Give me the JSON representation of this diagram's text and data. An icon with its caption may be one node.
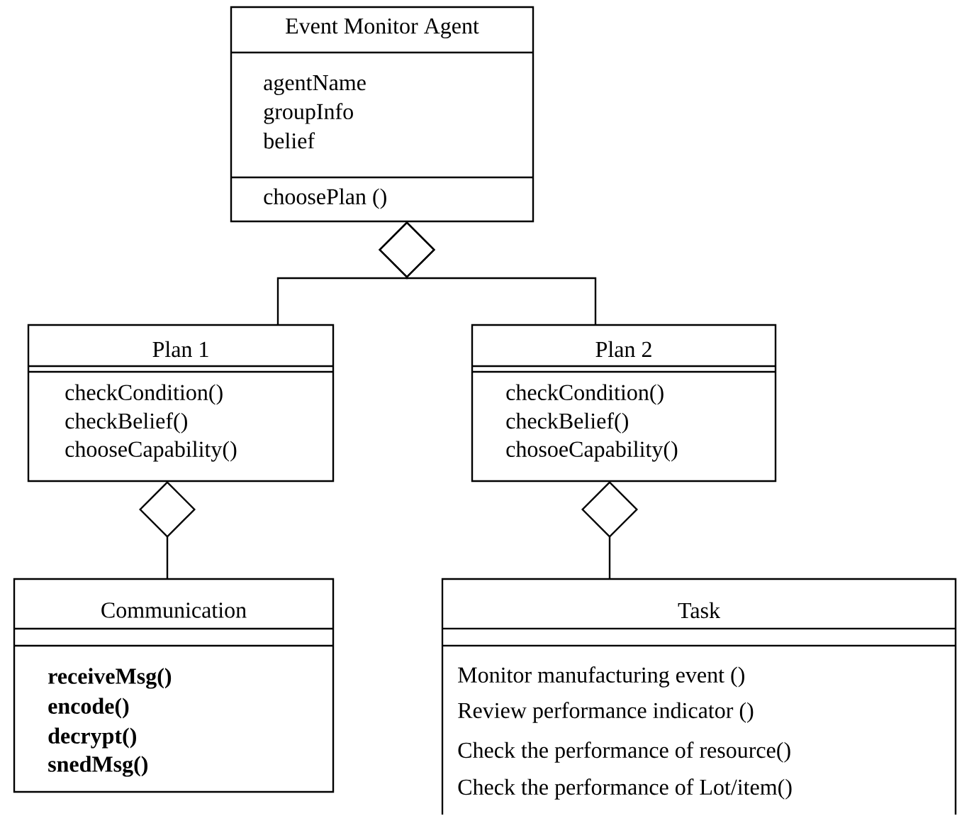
{
  "diagram": {
    "nodes": [
      {
        "text": [
          "Event Monitor Agent",
          "agentName",
          "groupInfo",
          "belief",
          "choosePlan ()"
        ]
      },
      {
        "text": [
          "Plan 1",
          "checkCondition()",
          "checkBelief()",
          "chooseCapability()"
        ]
      },
      {
        "text": [
          "Plan 2",
          "checkCondition()",
          "checkBelief()",
          "chosoeCapability()"
        ]
      },
      {
        "text": [
          "Communication",
          "receiveMsg()",
          "encode()",
          "decrypt()",
          "snedMsg()"
        ]
      },
      {
        "text": [
          "Task",
          "Monitor manufacturing event ()",
          "Review performance indicator ()",
          "Check the performance of resource()",
          "Check the performance of Lot/item()"
        ]
      }
    ],
    "edges": [
      {
        "from": 1,
        "to": 0,
        "arrow": "other"
      },
      {
        "from": 2,
        "to": 0,
        "arrow": "other"
      },
      {
        "from": 3,
        "to": 1,
        "arrow": "other"
      },
      {
        "from": 4,
        "to": 2,
        "arrow": "other"
      }
    ]
  }
}
